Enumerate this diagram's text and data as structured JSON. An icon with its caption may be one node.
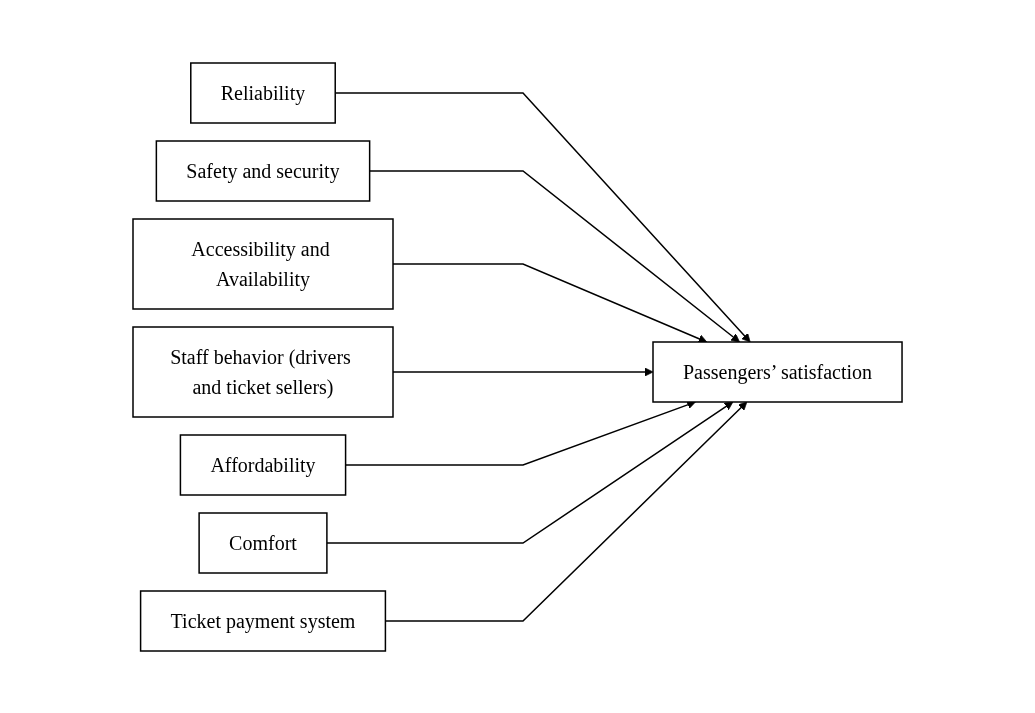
{
  "diagram": {
    "nodes": [
      {
        "text": [
          "Reliability"
        ]
      },
      {
        "text": [
          "Safety and security"
        ]
      },
      {
        "text": [
          "Accessibility and Availability"
        ]
      },
      {
        "text": [
          "Staff behavior (drivers and ticket sellers)"
        ]
      },
      {
        "text": [
          "Affordability"
        ]
      },
      {
        "text": [
          "Comfort"
        ]
      },
      {
        "text": [
          "Ticket payment system"
        ]
      },
      {
        "text": [
          "Passengers’ satisfaction"
        ]
      }
    ],
    "edges": [
      {
        "from": 0,
        "to": 7,
        "arrow": "to"
      },
      {
        "from": 1,
        "to": 7,
        "arrow": "to"
      },
      {
        "from": 2,
        "to": 7,
        "arrow": "to"
      },
      {
        "from": 3,
        "to": 7,
        "arrow": "to"
      },
      {
        "from": 4,
        "to": 7,
        "arrow": "to"
      },
      {
        "from": 5,
        "to": 7,
        "arrow": "to"
      },
      {
        "from": 6,
        "to": 7,
        "arrow": "to"
      }
    ]
  }
}
